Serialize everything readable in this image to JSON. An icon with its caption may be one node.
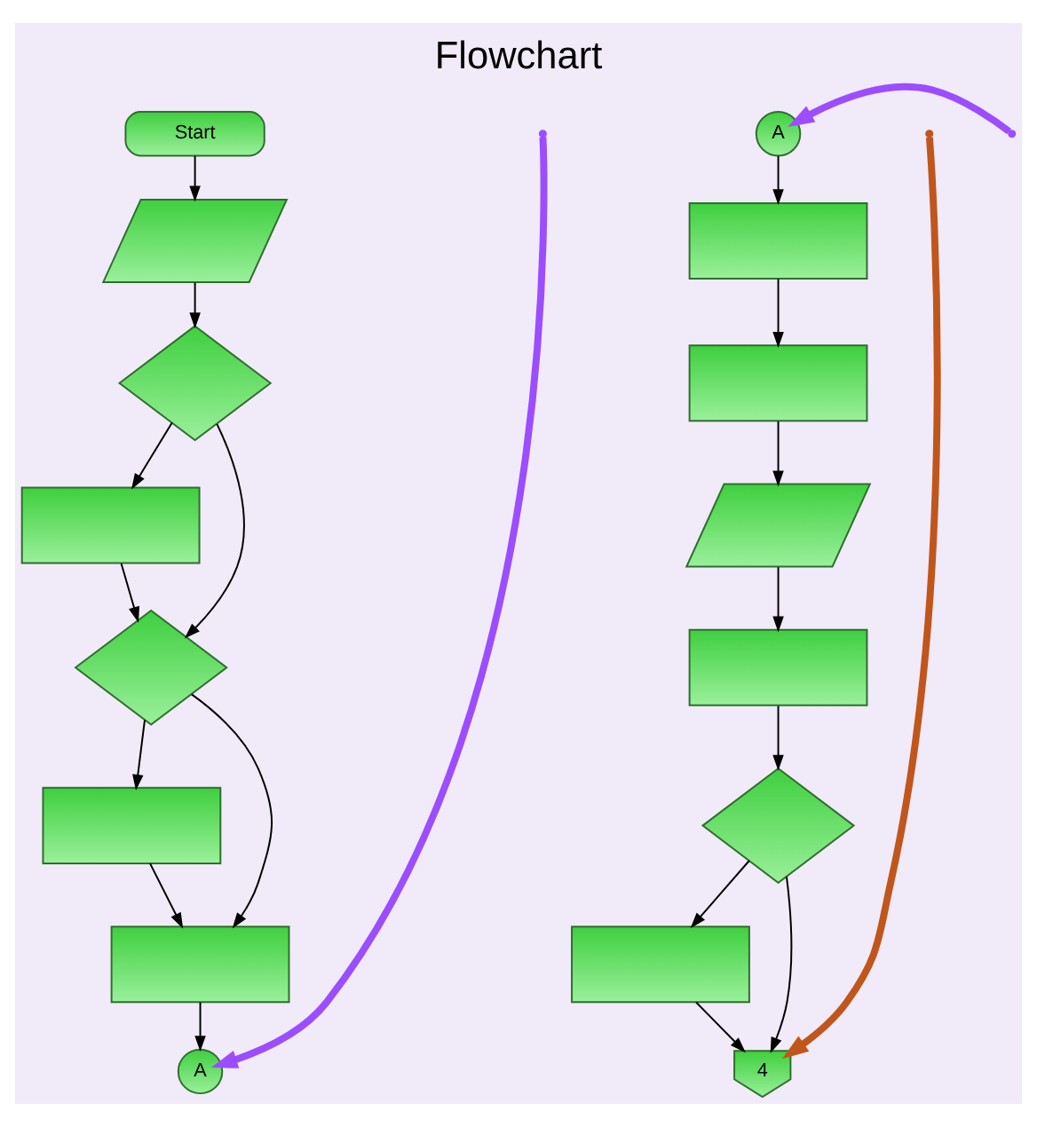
{
  "diagram": {
    "title": "Flowchart",
    "nodes": [
      {
        "text": [
          "Start"
        ]
      },
      {
        "text": [],
        "shape": "parallelogram"
      },
      {
        "text": [],
        "shape": "diamond"
      },
      {
        "text": [],
        "shape": "box"
      },
      {
        "text": [],
        "shape": "diamond"
      },
      {
        "text": [],
        "shape": "box"
      },
      {
        "text": [],
        "shape": "box"
      },
      {
        "text": [
          "A"
        ]
      },
      {
        "text": [
          "A"
        ]
      },
      {
        "text": [],
        "shape": "box"
      },
      {
        "text": [],
        "shape": "box"
      },
      {
        "text": [],
        "shape": "parallelogram"
      },
      {
        "text": [],
        "shape": "box"
      },
      {
        "text": [],
        "shape": "diamond"
      },
      {
        "text": [],
        "shape": "box"
      },
      {
        "text": [
          "4"
        ]
      }
    ],
    "edges": [
      {
        "from": 0,
        "to": 1,
        "arrow": "to"
      },
      {
        "from": 1,
        "to": 2,
        "arrow": "to"
      },
      {
        "from": 2,
        "to": 3,
        "arrow": "to"
      },
      {
        "from": 2,
        "to": 4,
        "arrow": "to"
      },
      {
        "from": 3,
        "to": 4,
        "arrow": "to"
      },
      {
        "from": 4,
        "to": 5,
        "arrow": "to"
      },
      {
        "from": 4,
        "to": 6,
        "arrow": "to"
      },
      {
        "from": 5,
        "to": 6,
        "arrow": "to"
      },
      {
        "from": 6,
        "to": 7,
        "arrow": "to"
      },
      {
        "from": 8,
        "to": 9,
        "arrow": "to"
      },
      {
        "from": 9,
        "to": 10,
        "arrow": "to"
      },
      {
        "from": 10,
        "to": 11,
        "arrow": "to"
      },
      {
        "from": 11,
        "to": 12,
        "arrow": "to"
      },
      {
        "from": 12,
        "to": 13,
        "arrow": "to"
      },
      {
        "from": 13,
        "to": 14,
        "arrow": "to"
      },
      {
        "from": 13,
        "to": 15,
        "arrow": "to"
      },
      {
        "from": 14,
        "to": 15,
        "arrow": "to"
      },
      {
        "from": null,
        "to": 8,
        "arrow": "to",
        "style": "thick",
        "color": "#9b4dff"
      },
      {
        "from": null,
        "to": 7,
        "arrow": "to",
        "style": "thick",
        "color": "#9b4dff"
      },
      {
        "from": null,
        "to": 15,
        "arrow": "to",
        "style": "thick",
        "color": "#c0561c"
      }
    ]
  }
}
